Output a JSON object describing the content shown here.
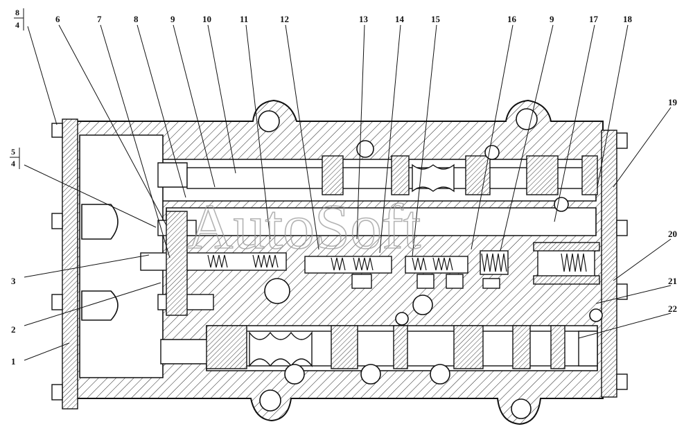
{
  "watermark": "AutoSoft",
  "callouts": {
    "top_left_top": "8",
    "top_left_bottom": "4",
    "mid_left_top": "5",
    "mid_left_bottom": "4",
    "c6": "6",
    "c7": "7",
    "c8": "8",
    "c9a": "9",
    "c10": "10",
    "c11": "11",
    "c12": "12",
    "c13": "13",
    "c14": "14",
    "c15": "15",
    "c16": "16",
    "c9b": "9",
    "c17": "17",
    "c18": "18",
    "c19": "19",
    "c20": "20",
    "c21": "21",
    "c22": "22",
    "c3": "3",
    "c2": "2",
    "c1": "1"
  }
}
